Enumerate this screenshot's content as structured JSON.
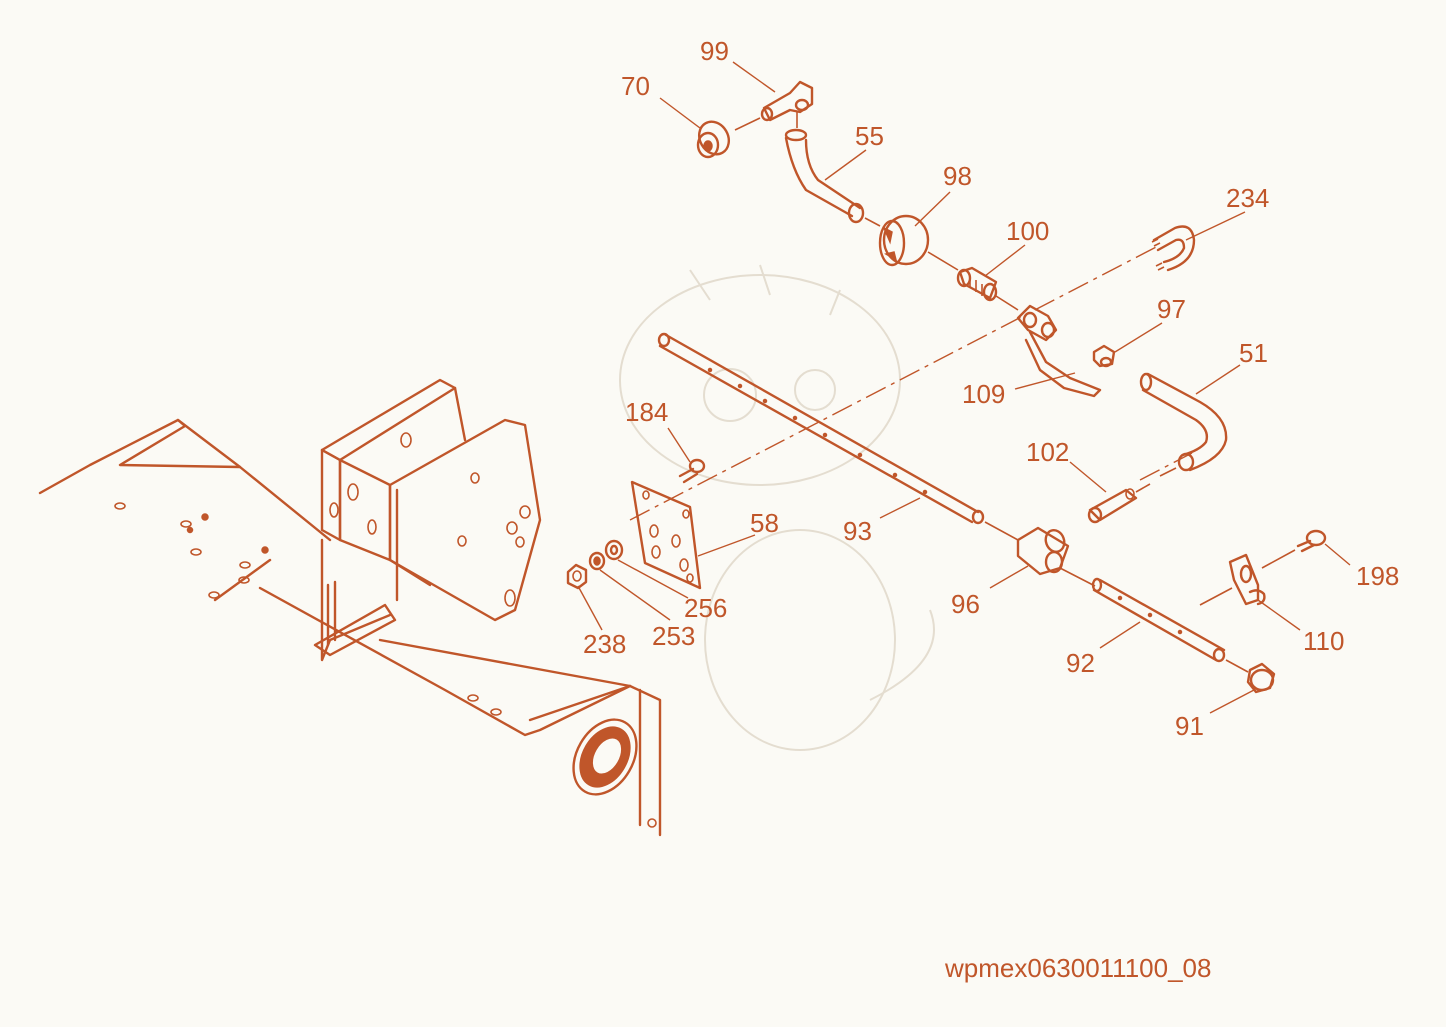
{
  "diagram": {
    "drawing_code": "wpmex0630011100_08",
    "callouts": [
      "99",
      "70",
      "55",
      "98",
      "100",
      "234",
      "97",
      "51",
      "109",
      "184",
      "58",
      "93",
      "102",
      "96",
      "198",
      "256",
      "253",
      "238",
      "92",
      "110",
      "91"
    ],
    "colors": {
      "line": "#c0562a",
      "background": "#fbfaf5",
      "watermark": "#e4ddd0"
    }
  }
}
